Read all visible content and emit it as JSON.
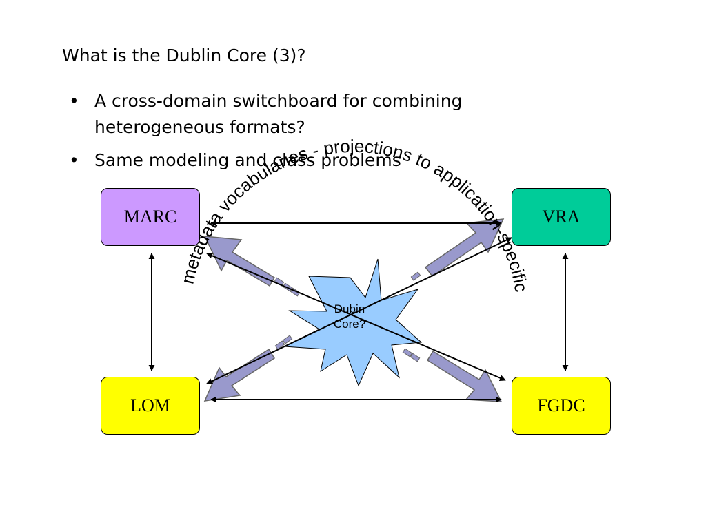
{
  "slide": {
    "title": "What is the Dublin Core (3)?",
    "bullets": [
      "A cross-domain switchboard for combining heterogeneous formats?",
      "Same modeling and class problems"
    ]
  },
  "diagram": {
    "boxes": {
      "marc": "MARC",
      "vra": "VRA",
      "lom": "LOM",
      "fgdc": "FGDC"
    },
    "center": {
      "line1": "Dubin",
      "line2": "Core?"
    },
    "circular_text": "metadata vocabularies   - projections to application-specific",
    "colors": {
      "marc": "#cc99ff",
      "vra": "#00cc99",
      "lom": "#ffff00",
      "fgdc": "#ffff00",
      "star": "#99ccff",
      "block_arrow": "#9999cc"
    }
  }
}
